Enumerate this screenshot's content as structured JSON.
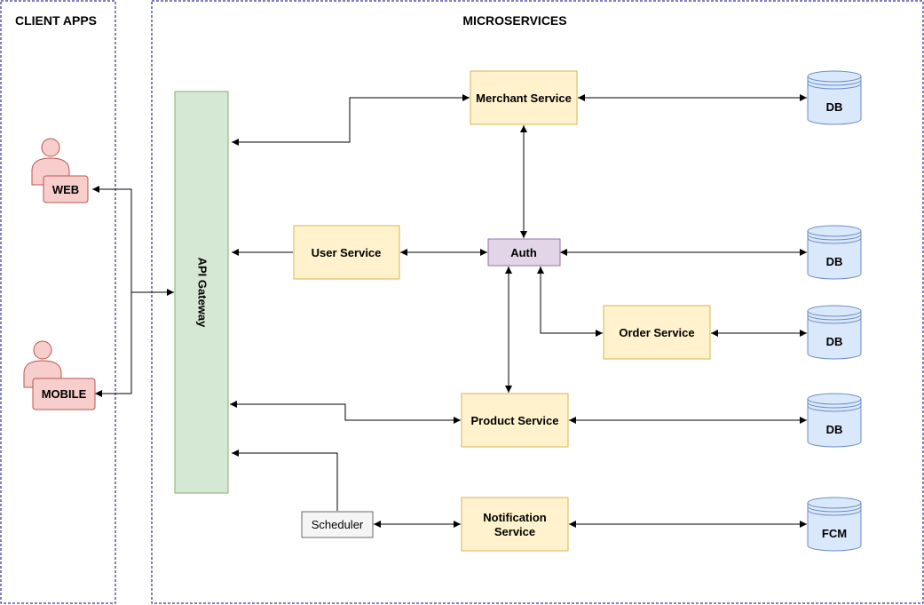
{
  "panels": {
    "client_apps": "CLIENT APPS",
    "microservices": "MICROSERVICES"
  },
  "clients": {
    "web": "WEB",
    "mobile": "MOBILE"
  },
  "gateway": "API Gateway",
  "services": {
    "merchant": "Merchant Service",
    "user": "User Service",
    "auth": "Auth",
    "order": "Order Service",
    "product": "Product Service",
    "scheduler": "Scheduler",
    "notification_line1": "Notification",
    "notification_line2": "Service"
  },
  "stores": {
    "db_merchant": "DB",
    "db_auth": "DB",
    "db_order": "DB",
    "db_product": "DB",
    "fcm": "FCM"
  },
  "colors": {
    "service_fill": "#fff2cc",
    "service_stroke": "#d6b656",
    "gateway_fill": "#d5e8d4",
    "gateway_stroke": "#82b366",
    "auth_fill": "#e1d5e7",
    "auth_stroke": "#9673a6",
    "db_fill": "#dae8fc",
    "db_stroke": "#6c8ebf",
    "client_fill": "#f8cecc",
    "client_stroke": "#b85450",
    "scheduler_fill": "#f5f5f5",
    "scheduler_stroke": "#666666",
    "panel_border": "#00007f"
  }
}
